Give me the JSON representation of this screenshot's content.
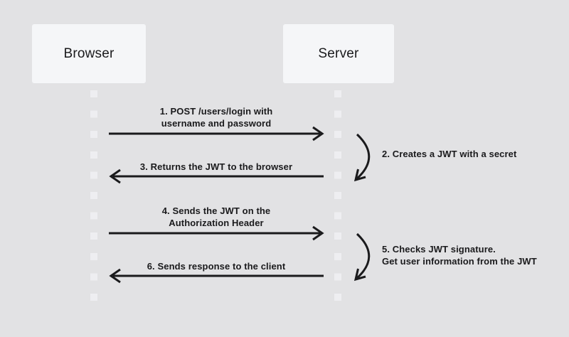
{
  "colors": {
    "background": "#e2e2e4",
    "node-fill": "#f5f6f8",
    "lifeline-dash": "#eeeef1",
    "ink": "#1a1a1c"
  },
  "diagram": {
    "type": "sequence",
    "actors": [
      {
        "label": "Browser"
      },
      {
        "label": "Server"
      }
    ],
    "messages": [
      {
        "num": "1",
        "from": "Browser",
        "to": "Server",
        "direction": "right",
        "lines": [
          "1. POST /users/login with",
          "username and password"
        ]
      },
      {
        "num": "2",
        "from": "Server",
        "to": "Server",
        "direction": "self",
        "lines": [
          "2. Creates a JWT with a secret"
        ]
      },
      {
        "num": "3",
        "from": "Server",
        "to": "Browser",
        "direction": "left",
        "lines": [
          "3. Returns the JWT to the browser"
        ]
      },
      {
        "num": "4",
        "from": "Browser",
        "to": "Server",
        "direction": "right",
        "lines": [
          "4. Sends the JWT on the",
          "Authorization Header"
        ]
      },
      {
        "num": "5",
        "from": "Server",
        "to": "Server",
        "direction": "self",
        "lines": [
          "5. Checks JWT signature.",
          "Get user information from the JWT"
        ]
      },
      {
        "num": "6",
        "from": "Server",
        "to": "Browser",
        "direction": "left",
        "lines": [
          "6. Sends response to the client"
        ]
      }
    ]
  }
}
